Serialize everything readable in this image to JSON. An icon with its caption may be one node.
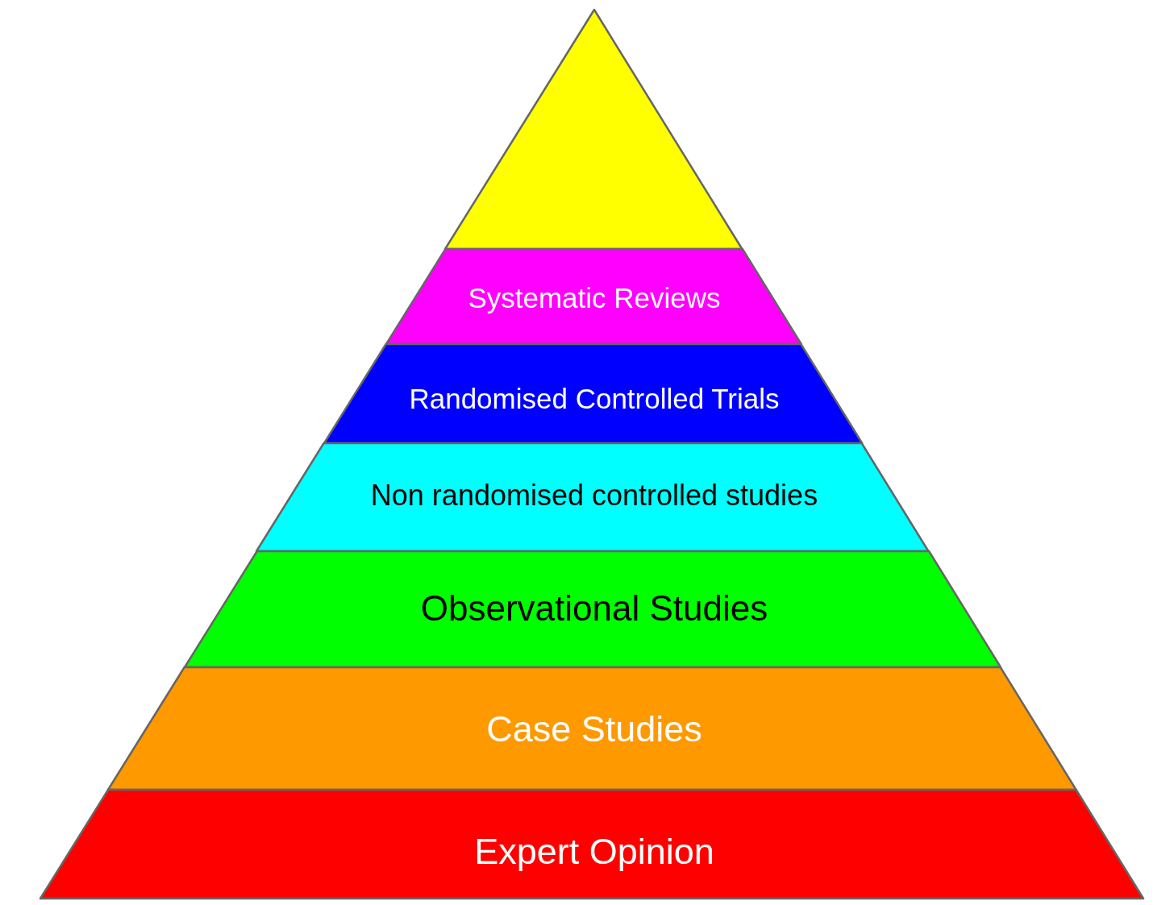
{
  "diagram": {
    "nodes": [
      {
        "text": [],
        "shape": "triangle"
      },
      {
        "text": [
          "Systematic Reviews"
        ]
      },
      {
        "text": [
          "Randomised Controlled Trials"
        ]
      },
      {
        "text": [
          "Non randomised controlled studies"
        ]
      },
      {
        "text": [
          "Observational Studies"
        ]
      },
      {
        "text": [
          "Case Studies"
        ]
      },
      {
        "text": [
          "Expert Opinion"
        ]
      }
    ]
  }
}
